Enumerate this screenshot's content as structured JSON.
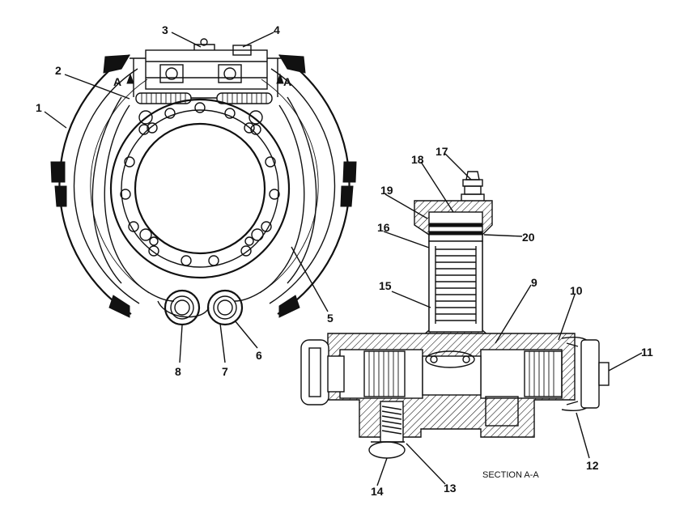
{
  "figure": {
    "section_label": "SECTION A-A",
    "section_marker_letter": "A",
    "callouts": [
      {
        "id": "c1",
        "number": "1"
      },
      {
        "id": "c2",
        "number": "2"
      },
      {
        "id": "c3",
        "number": "3"
      },
      {
        "id": "c4",
        "number": "4"
      },
      {
        "id": "c5",
        "number": "5"
      },
      {
        "id": "c6",
        "number": "6"
      },
      {
        "id": "c7",
        "number": "7"
      },
      {
        "id": "c8",
        "number": "8"
      },
      {
        "id": "c9",
        "number": "9"
      },
      {
        "id": "c10",
        "number": "10"
      },
      {
        "id": "c11",
        "number": "11"
      },
      {
        "id": "c12",
        "number": "12"
      },
      {
        "id": "c13",
        "number": "13"
      },
      {
        "id": "c14",
        "number": "14"
      },
      {
        "id": "c15",
        "number": "15"
      },
      {
        "id": "c16",
        "number": "16"
      },
      {
        "id": "c17",
        "number": "17"
      },
      {
        "id": "c18",
        "number": "18"
      },
      {
        "id": "c19",
        "number": "19"
      },
      {
        "id": "c20",
        "number": "20"
      }
    ]
  }
}
